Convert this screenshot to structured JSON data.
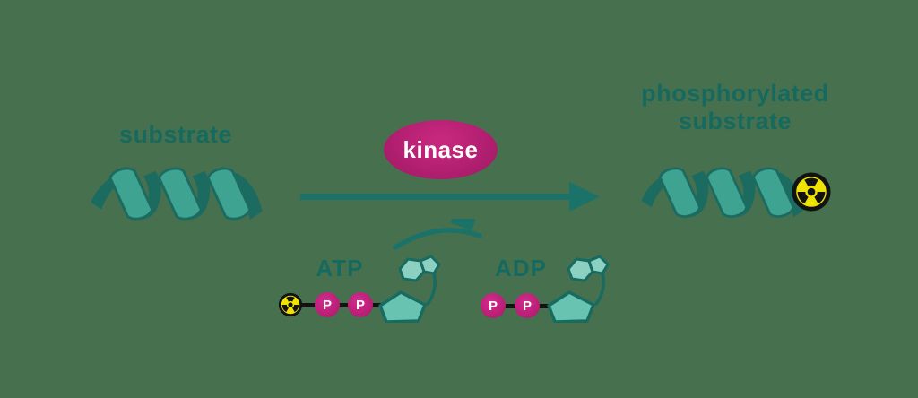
{
  "labels": {
    "substrate": "substrate",
    "enzyme": "kinase",
    "product_line1": "phosphorylated",
    "product_line2": "substrate"
  },
  "molecules": {
    "atp": {
      "name": "ATP",
      "phosphates": [
        "P",
        "P"
      ]
    },
    "adp": {
      "name": "ADP",
      "phosphates": [
        "P",
        "P"
      ]
    }
  },
  "icons": {
    "radioactive": "radioactive-trefoil-icon",
    "reaction_arrow": "right-arrow-icon",
    "phosphate_transfer_arrow": "curved-right-arrow-icon",
    "substrate_shape": "helix-ribbon",
    "sugar_shape": "ribose-pentagon",
    "base_shape": "adenine-base"
  },
  "colors": {
    "background": "#47714E",
    "teal_text": "#16695F",
    "teal_arrow": "#1B7268",
    "helix_dark": "#1C6B61",
    "helix_light": "#3FA392",
    "sugar_fill": "#68C3B0",
    "base_fill": "#8BD0C0",
    "magenta": "#BE2079",
    "magenta_light": "#D02D8D",
    "magenta_dark": "#A11D64",
    "radioactive_yellow": "#F0E202",
    "bond_black": "#121212",
    "text_white": "#FFFFFF"
  }
}
